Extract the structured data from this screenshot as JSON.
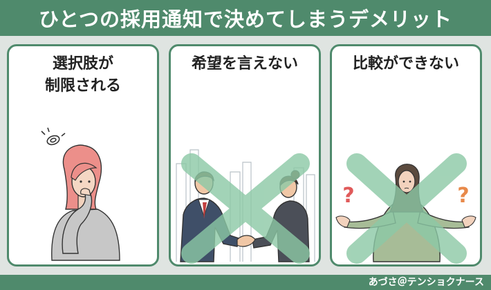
{
  "header": {
    "title": "ひとつの採用通知で決めてしまうデメリット"
  },
  "cards": [
    {
      "title_line1": "選択肢が",
      "title_line2": "制限される"
    },
    {
      "title_line1": "希望を言えない"
    },
    {
      "title_line1": "比較ができない"
    }
  ],
  "footer": {
    "credit": "あづさ＠テンショクナース"
  },
  "colors": {
    "brand_green": "#4f8a6c",
    "cross_green": "#8cc9a6",
    "question_orange": "#e8894a",
    "question_red": "#e05a5a"
  }
}
